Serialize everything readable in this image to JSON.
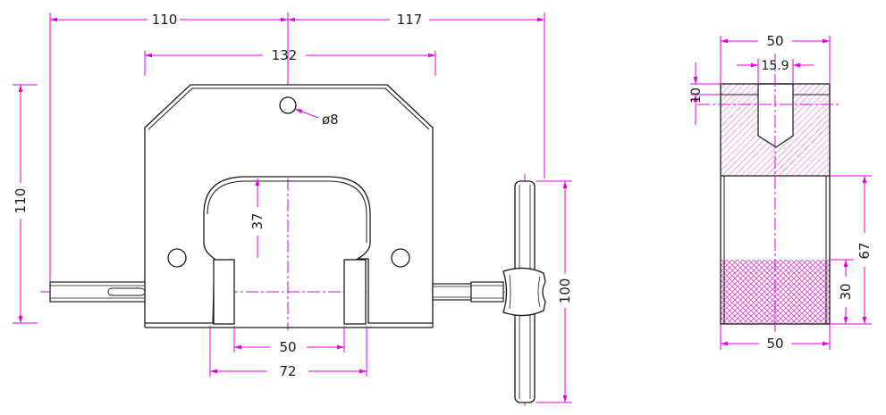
{
  "colors": {
    "outline": "#1a1a1a",
    "dimension": "#e000e0",
    "hatch": "#e64fd8",
    "background": "#ffffff"
  },
  "front_view": {
    "dims": {
      "left_width": "110",
      "right_width": "117",
      "top_width": "132",
      "overall_height": "110",
      "hole_diameter": "ø8",
      "opening_depth": "37",
      "inner_jaw_gap": "50",
      "outer_jaw_gap": "72",
      "handle_length": "100"
    }
  },
  "side_view": {
    "dims": {
      "top_width": "50",
      "bore_width": "15.9",
      "top_thickness": "10",
      "lower_height": "67",
      "pad_height": "30",
      "bottom_width": "50"
    }
  }
}
